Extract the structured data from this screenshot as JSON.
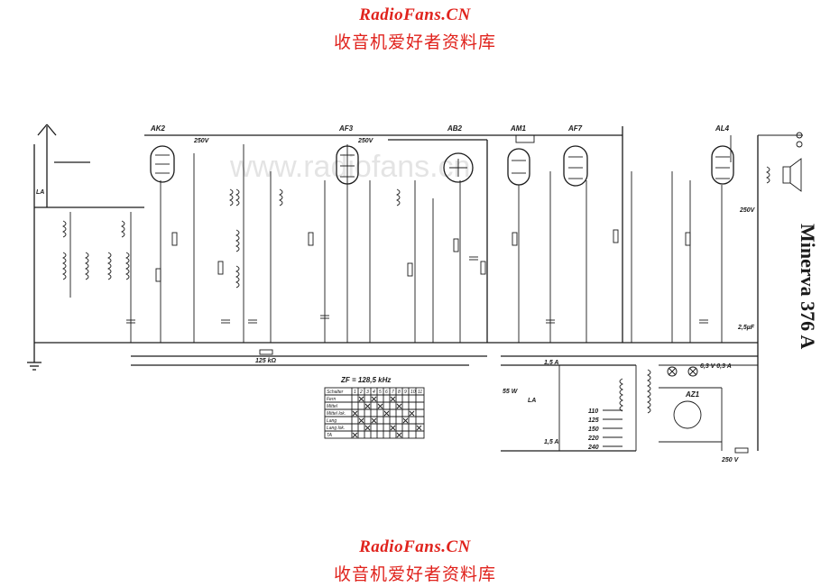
{
  "watermark": {
    "title": "RadioFans.CN",
    "subtitle": "收音机爱好者资料库",
    "overlay": "www.radiofans.cn"
  },
  "model": "Minerva  376 A",
  "tubes": [
    "AK2",
    "AF3",
    "AB2",
    "AM1",
    "AF7",
    "AL4",
    "AZ1"
  ],
  "zf_label": "ZF = 128,5 kHz",
  "labels": {
    "la_top": "LA",
    "v250_1": "250V",
    "v250_2": "250V",
    "v250_3": "250V",
    "r125": "125 kΩ",
    "fuse1": "1,5 A",
    "fuse2": "1,5 A",
    "la_mains": "LA",
    "v55": "55 W",
    "cap_bottom": "2,5µF",
    "lamps": "6,3 V 0,3 A",
    "taps": [
      "110",
      "125",
      "150",
      "220",
      "240"
    ],
    "v250_psu": "250 V"
  },
  "table": {
    "header": [
      "Schalter",
      "1",
      "2",
      "3",
      "4",
      "5",
      "6",
      "7",
      "8",
      "9",
      "10",
      "11"
    ],
    "rows": [
      "Fern",
      "Mittel",
      "Mittel lok.",
      "Lang",
      "Lang lok.",
      "TA"
    ]
  }
}
